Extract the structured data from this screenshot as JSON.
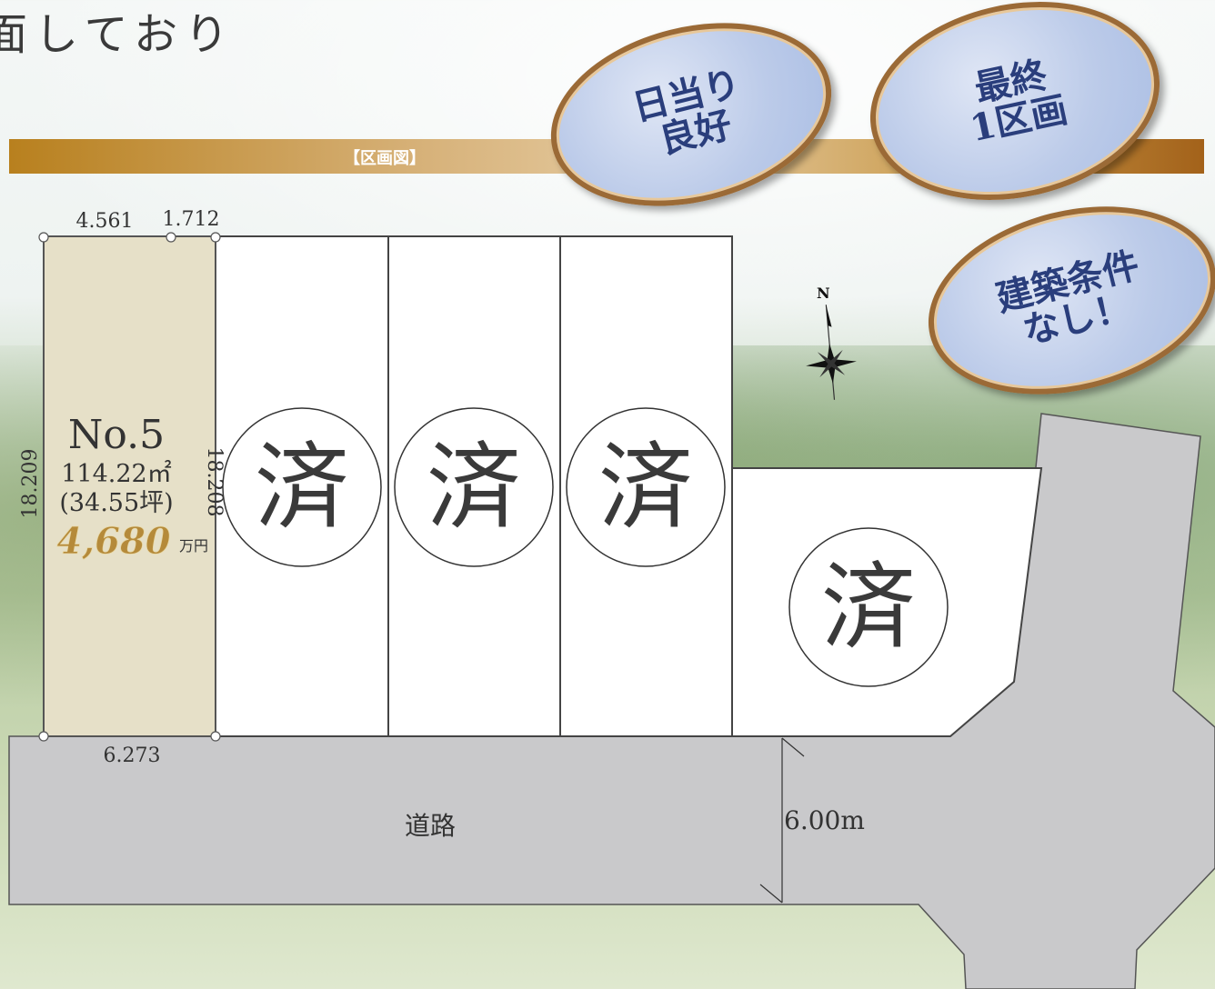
{
  "headline": "面しており",
  "banner": {
    "title": "【区画図】"
  },
  "badges": {
    "sun": "日当り\n良好",
    "last": "最終\n1区画",
    "free": "建築条件\nなし！"
  },
  "compass": {
    "north": "N"
  },
  "lot": {
    "number": "No.5",
    "area": "114.22㎡",
    "tsubo": "(34.55坪)",
    "price": "4,680",
    "price_unit": "万円"
  },
  "dimensions": {
    "top_left": "4.561",
    "top_right": "1.712",
    "bottom": "6.273",
    "left_side": "18.209",
    "right_side": "18.208"
  },
  "sold_mark": "済",
  "road": {
    "label": "道路",
    "width": "6.00m"
  },
  "colors": {
    "lot_fill": "#e6e0c8",
    "road_fill": "#c9c9cb",
    "sold_fill": "#ffffff",
    "badge_text": "#2a3e7c",
    "banner": "#c99a4c",
    "price": "#b58a3a"
  }
}
